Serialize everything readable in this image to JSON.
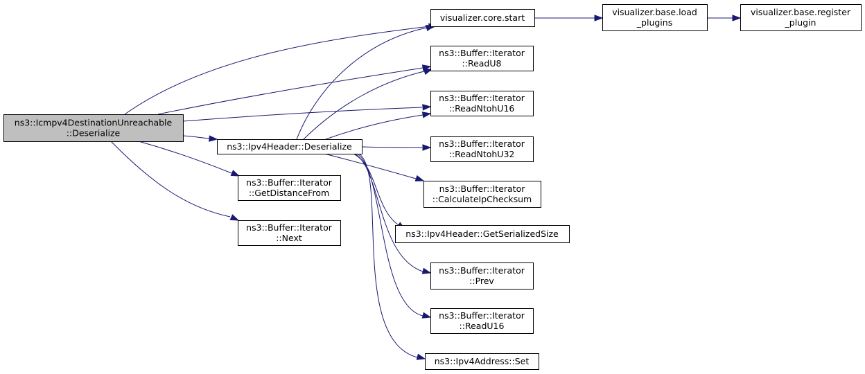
{
  "diagram": {
    "nodes": [
      {
        "id": "root",
        "lines": [
          "ns3::Icmpv4DestinationUnreachable",
          "::Deserialize"
        ],
        "highlight": true
      },
      {
        "id": "ipv4hdr",
        "lines": [
          "ns3::Ipv4Header::Deserialize"
        ]
      },
      {
        "id": "getdist",
        "lines": [
          "ns3::Buffer::Iterator",
          "::GetDistanceFrom"
        ]
      },
      {
        "id": "next",
        "lines": [
          "ns3::Buffer::Iterator",
          "::Next"
        ]
      },
      {
        "id": "vizstart",
        "lines": [
          "visualizer.core.start"
        ]
      },
      {
        "id": "readu8",
        "lines": [
          "ns3::Buffer::Iterator",
          "::ReadU8"
        ]
      },
      {
        "id": "readntohu16",
        "lines": [
          "ns3::Buffer::Iterator",
          "::ReadNtohU16"
        ]
      },
      {
        "id": "readntohu32",
        "lines": [
          "ns3::Buffer::Iterator",
          "::ReadNtohU32"
        ]
      },
      {
        "id": "calcip",
        "lines": [
          "ns3::Buffer::Iterator",
          "::CalculateIpChecksum"
        ]
      },
      {
        "id": "getsersize",
        "lines": [
          "ns3::Ipv4Header::GetSerializedSize"
        ]
      },
      {
        "id": "prev",
        "lines": [
          "ns3::Buffer::Iterator",
          "::Prev"
        ]
      },
      {
        "id": "readu16",
        "lines": [
          "ns3::Buffer::Iterator",
          "::ReadU16"
        ]
      },
      {
        "id": "ipv4addrset",
        "lines": [
          "ns3::Ipv4Address::Set"
        ]
      },
      {
        "id": "loadplugins",
        "lines": [
          "visualizer.base.load",
          "_plugins"
        ]
      },
      {
        "id": "regplugin",
        "lines": [
          "visualizer.base.register",
          "_plugin"
        ]
      }
    ],
    "edges": [
      {
        "from": "root",
        "to": "vizstart"
      },
      {
        "from": "root",
        "to": "readu8"
      },
      {
        "from": "root",
        "to": "readntohu16"
      },
      {
        "from": "root",
        "to": "ipv4hdr"
      },
      {
        "from": "root",
        "to": "getdist"
      },
      {
        "from": "root",
        "to": "next"
      },
      {
        "from": "ipv4hdr",
        "to": "vizstart"
      },
      {
        "from": "ipv4hdr",
        "to": "readu8"
      },
      {
        "from": "ipv4hdr",
        "to": "readntohu16"
      },
      {
        "from": "ipv4hdr",
        "to": "readntohu32"
      },
      {
        "from": "ipv4hdr",
        "to": "calcip"
      },
      {
        "from": "ipv4hdr",
        "to": "getsersize"
      },
      {
        "from": "ipv4hdr",
        "to": "prev"
      },
      {
        "from": "ipv4hdr",
        "to": "readu16"
      },
      {
        "from": "ipv4hdr",
        "to": "ipv4addrset"
      },
      {
        "from": "vizstart",
        "to": "loadplugins"
      },
      {
        "from": "loadplugins",
        "to": "regplugin"
      }
    ],
    "colors": {
      "edge": "#191970",
      "root_fill": "#bfbfbf",
      "node_fill": "#ffffff",
      "border": "#000000"
    }
  }
}
